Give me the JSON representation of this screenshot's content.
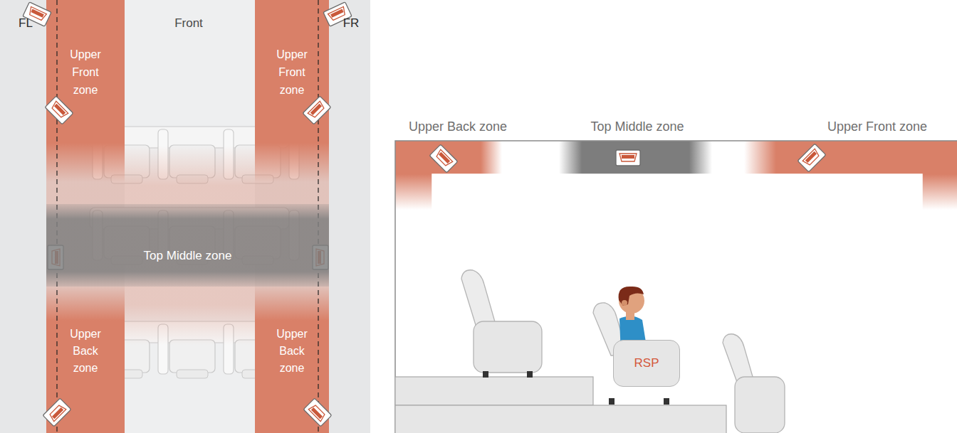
{
  "diagram": {
    "nodes": [
      {
        "text": [
          "Top Middle zone"
        ]
      },
      {
        "text": [
          "RSP"
        ]
      }
    ],
    "labels": [
      "FL",
      "Front",
      "FR",
      "Upper Front zone",
      "Upper Front zone",
      "Upper Back zone",
      "Upper Back zone",
      "Upper Back zone",
      "Top Middle zone",
      "Upper Front zone"
    ]
  }
}
